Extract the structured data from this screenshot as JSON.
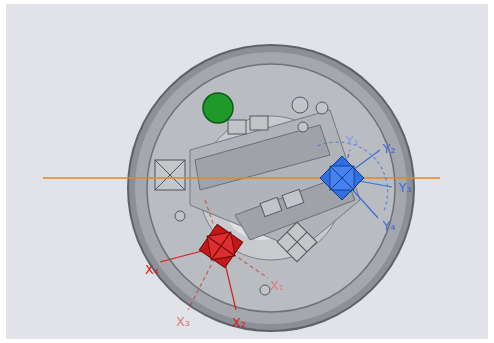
{
  "diagram": {
    "labels": [
      "Y₁",
      "Y₂",
      "Y₃",
      "Y₄",
      "X₁",
      "X₂",
      "X₃",
      "X₄"
    ]
  }
}
